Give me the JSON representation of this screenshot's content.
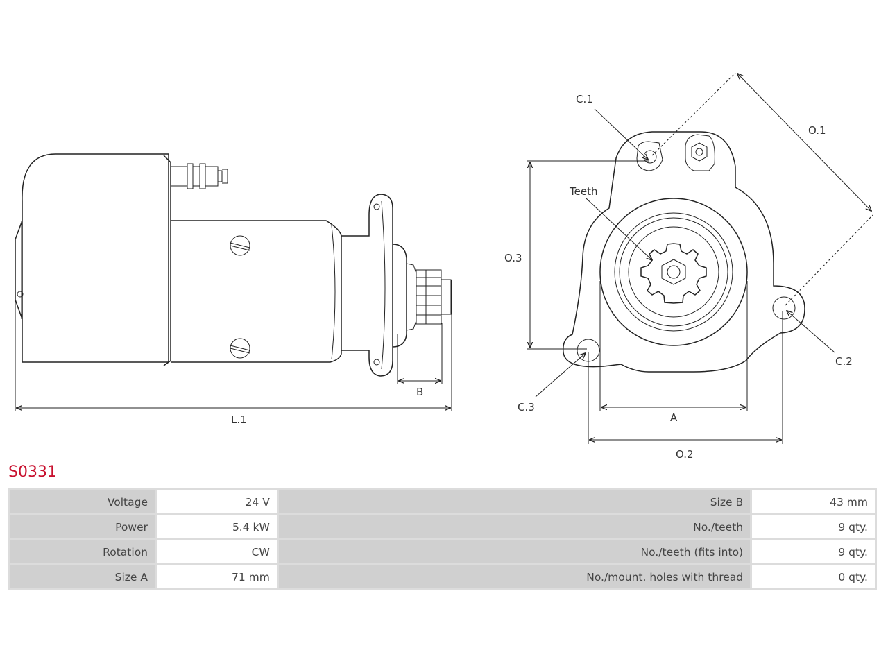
{
  "drawing": {
    "labels": {
      "l1": "L.1",
      "b": "B",
      "c1": "C.1",
      "c2": "C.2",
      "c3": "C.3",
      "o1": "O.1",
      "o2": "O.2",
      "o3": "O.3",
      "a": "A",
      "teeth": "Teeth"
    }
  },
  "part_number": "S0331",
  "specs": {
    "rows": [
      {
        "label_left": "Voltage",
        "value_left": "24 V",
        "label_right": "Size B",
        "value_right": "43 mm"
      },
      {
        "label_left": "Power",
        "value_left": "5.4 kW",
        "label_right": "No./teeth",
        "value_right": "9 qty."
      },
      {
        "label_left": "Rotation",
        "value_left": "CW",
        "label_right": "No./teeth (fits into)",
        "value_right": "9 qty."
      },
      {
        "label_left": "Size A",
        "value_left": "71 mm",
        "label_right": "No./mount. holes with thread",
        "value_right": "0 qty."
      }
    ]
  },
  "colors": {
    "accent": "#c8102e",
    "label_cell": "#d0d0d0",
    "value_cell": "#ffffff"
  }
}
